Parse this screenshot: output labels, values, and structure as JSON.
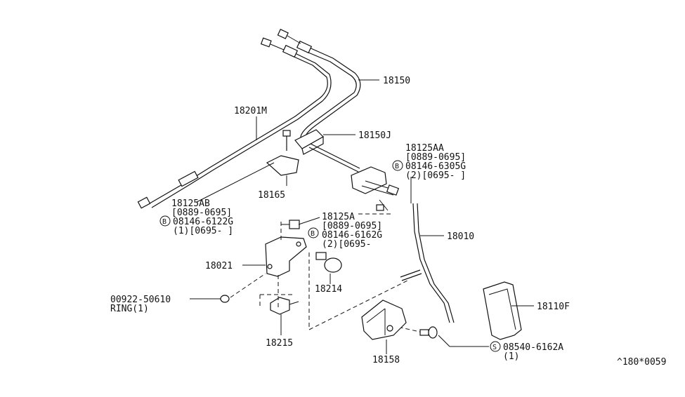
{
  "parts": {
    "p18150": "18150",
    "p18201M": "18201M",
    "p18150J": "18150J",
    "p18125AA": "18125AA",
    "p18125AA_range": "[0889-0695]",
    "p18125AA_bolt": "08146-6305G",
    "p18125AA_qty": "(2)[0695-    ]",
    "p18165": "18165",
    "p18125AB": "18125AB",
    "p18125AB_range": "[0889-0695]",
    "p18125AB_bolt": "08146-6122G",
    "p18125AB_qty": "(1)[0695-    ]",
    "p18125A": "18125A",
    "p18125A_range": "[0889-0695]",
    "p18125A_bolt": "08146-6162G",
    "p18125A_qty": "(2)[0695-",
    "p18010": "18010",
    "p18021": "18021",
    "p18214": "18214",
    "p00922": "00922-50610",
    "p00922_ring": "RING(1)",
    "p18215": "18215",
    "p18158": "18158",
    "p18110F": "18110F",
    "p08540": "08540-6162A",
    "p08540_qty": "(1)",
    "code": "^180*0059"
  },
  "symbols": {
    "bolt_b": "B",
    "screw_s": "S"
  }
}
